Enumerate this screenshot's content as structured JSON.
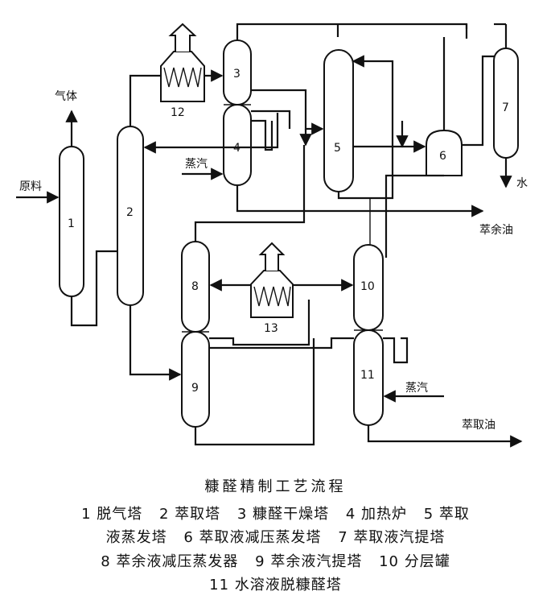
{
  "diagram": {
    "units": {
      "u1": "1",
      "u2": "2",
      "u3": "3",
      "u4": "4",
      "u5": "5",
      "u6": "6",
      "u7": "7",
      "u8": "8",
      "u9": "9",
      "u10": "10",
      "u11": "11",
      "u12": "12",
      "u13": "13"
    },
    "streams": {
      "gas": "气体",
      "feed": "原料",
      "steam_top": "蒸汽",
      "water": "水",
      "raffinate_oil": "萃余油",
      "steam_bottom": "蒸汽",
      "extract_oil": "萃取油"
    }
  },
  "caption": {
    "title": "糠醛精制工艺流程",
    "line1": [
      "1 脱气塔",
      "2 萃取塔",
      "3 糠醛干燥塔",
      "4 加热炉",
      "5 萃取"
    ],
    "line2": [
      "液蒸发塔",
      "6 萃取液减压蒸发塔",
      "7 萃取液汽提塔"
    ],
    "line3": [
      "8 萃余液减压蒸发器",
      "9 萃余液汽提塔",
      "10 分层罐"
    ],
    "line4": [
      "11 水溶液脱糠醛塔"
    ]
  }
}
